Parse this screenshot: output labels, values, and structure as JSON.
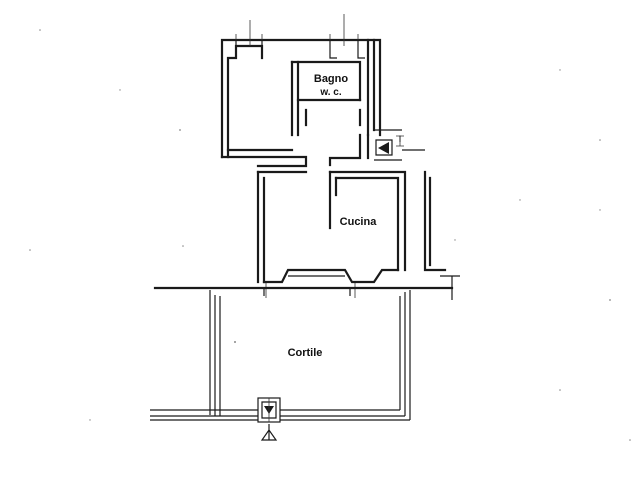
{
  "rooms": {
    "bagno_line1": "Bagno",
    "bagno_line2": "w. c.",
    "cucina": "Cucina",
    "cortile": "Cortile"
  },
  "annotations": {
    "level_mark": "I"
  },
  "colors": {
    "ink": "#1a1a1a",
    "paper": "#ffffff"
  }
}
